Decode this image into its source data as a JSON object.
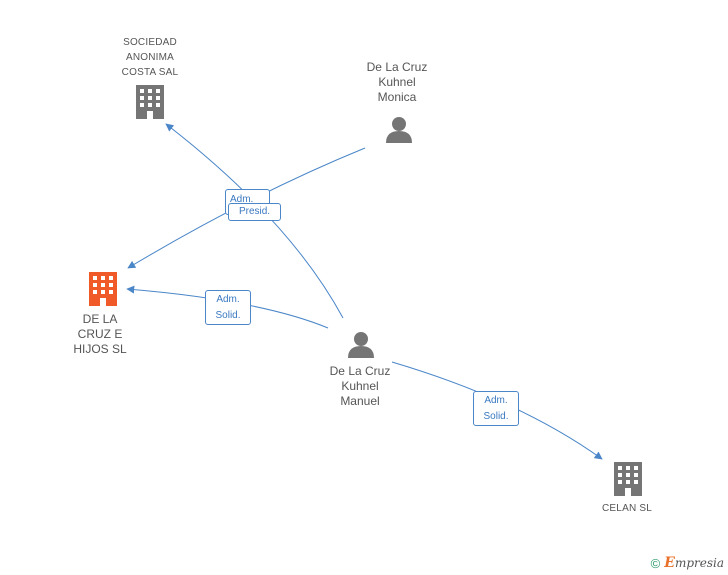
{
  "nodes": {
    "sociedad": {
      "label": "SOCIEDAD\nANONIMA\nCOSTA SAL",
      "icon": "building-icon",
      "color": "#757575"
    },
    "monica": {
      "label": "De La Cruz\nKuhnel\nMonica",
      "icon": "person-icon",
      "color": "#757575"
    },
    "delacruz": {
      "label": "DE LA\nCRUZ E\nHIJOS SL",
      "icon": "building-icon",
      "color": "#f05a28"
    },
    "manuel": {
      "label": "De La Cruz\nKuhnel\nManuel",
      "icon": "person-icon",
      "color": "#757575"
    },
    "celan": {
      "label": "CELAN SL",
      "icon": "building-icon",
      "color": "#757575"
    }
  },
  "edges": {
    "adm_back": "Adm.",
    "presid": "Presid.",
    "adm_solid_1": "Adm.\nSolid.",
    "adm_solid_2": "Adm.\nSolid."
  },
  "colors": {
    "edge": "#4a86c8"
  },
  "footer": {
    "copyright": "©",
    "brand_first": "E",
    "brand_rest": "mpresia"
  }
}
